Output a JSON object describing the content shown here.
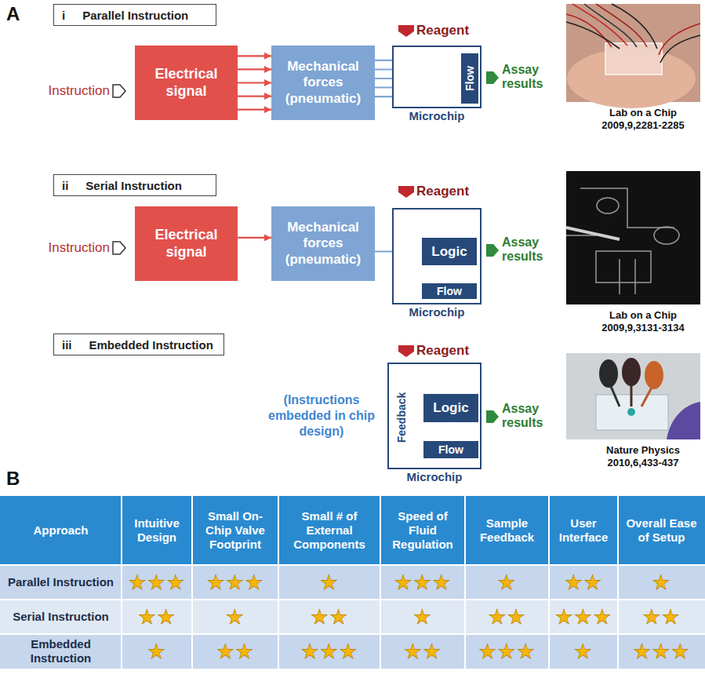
{
  "diagram": {
    "nodes": [
      {
        "text": [
          "i",
          "Parallel Instruction"
        ]
      },
      {
        "text": [
          "Electrical signal"
        ]
      },
      {
        "text": [
          "Mechanical forces (pneumatic)"
        ]
      },
      {
        "text": [
          "Microchip"
        ]
      },
      {
        "text": [
          "Flow"
        ],
        "in": 3
      },
      {
        "text": [
          "ii",
          "Serial Instruction"
        ]
      },
      {
        "text": [
          "Electrical signal"
        ]
      },
      {
        "text": [
          "Mechanical forces (pneumatic)"
        ]
      },
      {
        "text": [
          "Microchip"
        ]
      },
      {
        "text": [
          "Logic"
        ],
        "in": 8
      },
      {
        "text": [
          "Flow"
        ],
        "in": 8
      },
      {
        "text": [
          "iii",
          "Embedded Instruction"
        ]
      },
      {
        "text": [
          "Microchip"
        ]
      },
      {
        "text": [
          "Logic"
        ],
        "in": 12
      },
      {
        "text": [
          "Flow"
        ],
        "in": 12
      }
    ],
    "edges": [
      {
        "from": 1,
        "to": 2,
        "arrow": "to"
      },
      {
        "from": 1,
        "to": 2,
        "arrow": "to"
      },
      {
        "from": 1,
        "to": 2,
        "arrow": "to"
      },
      {
        "from": 1,
        "to": 2,
        "arrow": "to"
      },
      {
        "from": 1,
        "to": 2,
        "arrow": "to"
      },
      {
        "from": 2,
        "to": 4,
        "arrow": "to"
      },
      {
        "from": 2,
        "to": 4,
        "arrow": "to"
      },
      {
        "from": 2,
        "to": 4,
        "arrow": "to"
      },
      {
        "from": 2,
        "to": 4,
        "arrow": "to"
      },
      {
        "from": 2,
        "to": 4,
        "arrow": "to"
      },
      {
        "from": 6,
        "to": 7,
        "arrow": "to"
      },
      {
        "from": 7,
        "to": 9,
        "arrow": "to"
      },
      {
        "from": 9,
        "to": 10,
        "arrow": "to"
      },
      {
        "from": 9,
        "to": 10,
        "arrow": "to"
      },
      {
        "from": 9,
        "to": 10,
        "arrow": "to"
      },
      {
        "from": 9,
        "to": 10,
        "arrow": "to"
      },
      {
        "from": 9,
        "to": 10,
        "arrow": "to"
      },
      {
        "from": 13,
        "to": 14,
        "arrow": "to"
      },
      {
        "from": 13,
        "to": 14,
        "arrow": "to"
      },
      {
        "from": 13,
        "to": 14,
        "arrow": "to"
      },
      {
        "from": 13,
        "to": 14,
        "arrow": "to"
      },
      {
        "from": 13,
        "to": 14,
        "arrow": "to"
      },
      {
        "from": 14,
        "to": 13,
        "label": "Feedback",
        "arrow": "to"
      }
    ],
    "labels": [
      "A",
      "Instruction",
      "Reagent",
      "Assay results",
      "Lab on a Chip 2009,9,2281-2285",
      "Instruction",
      "Reagent",
      "Assay results",
      "Lab on a Chip 2009,9,3131-3134",
      "(Instructions embedded in chip design)",
      "Reagent",
      "Assay results",
      "Nature Physics 2010,6,433-437",
      "B",
      "Approach",
      "Intuitive Design",
      "Small On-Chip Valve Footprint",
      "Small # of External Components",
      "Speed of Fluid Regulation",
      "Sample Feedback",
      "User Interface",
      "Overall Ease of Setup",
      "Parallel Instruction",
      "★★★",
      "★★★",
      "★",
      "★★★",
      "★",
      "★★",
      "★",
      "Serial Instruction",
      "★★",
      "★",
      "★★",
      "★",
      "★★",
      "★★★",
      "★★",
      "Embedded Instruction",
      "★",
      "★★",
      "★★★",
      "★★",
      "★★★",
      "★",
      "★★★"
    ]
  }
}
